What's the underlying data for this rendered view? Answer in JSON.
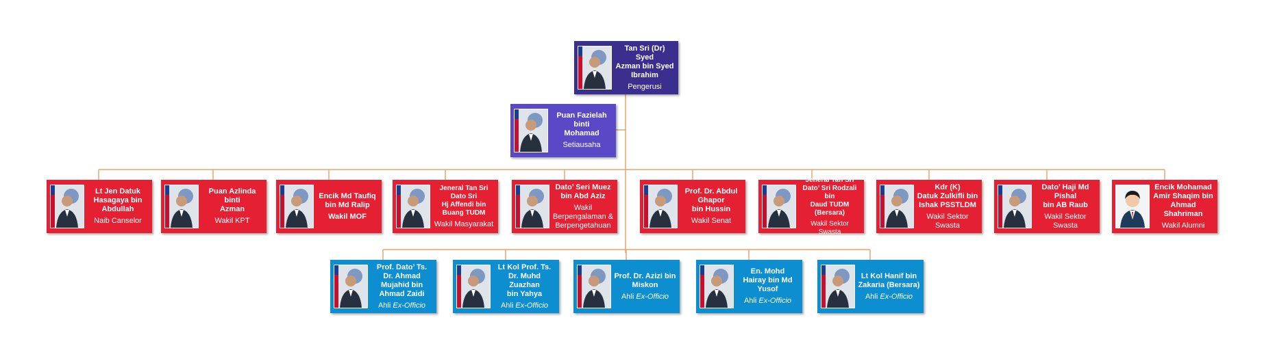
{
  "colors": {
    "chair": "#3a2f8f",
    "secretary": "#5a49c6",
    "member": "#e42032",
    "exofficio": "#0d8ed1",
    "connector": "#e8a46a"
  },
  "icons": {
    "portrait": "person-portrait-icon",
    "placeholder": "avatar-placeholder-icon"
  },
  "chair": {
    "name": "Tan Sri (Dr) Syed\nAzman bin Syed\nIbrahim",
    "role": "Pengerusi"
  },
  "secretary": {
    "name": "Puan Fazielah binti\nMohamad",
    "role": "Setiausaha"
  },
  "members": [
    {
      "name": "Lt Jen Datuk\nHasagaya bin\nAbdullah",
      "role": "Naib Canselor"
    },
    {
      "name": "Puan Azlinda binti\nAzman",
      "role": "Wakil KPT"
    },
    {
      "name": "Encik Md Taufiq\nbin Md Ralip",
      "role": "Wakil MOF"
    },
    {
      "name": "Jeneral Tan Sri\nDato Sri\nHj Affendi bin\nBuang TUDM",
      "role": "Wakil Masyarakat"
    },
    {
      "name": "Dato’ Seri Muez\nbin Abd Aziz",
      "role": "Wakil\nBerpengalaman &\nBerpengetahuan"
    },
    {
      "name": "Prof. Dr. Abdul\nGhapor\nbin Hussin",
      "role": "Wakil Senat"
    },
    {
      "name": "Jeneral Tan Sri\nDato’ Sri Rodzali bin\nDaud TUDM\n(Bersara)",
      "role": "Wakil Sektor Swasta"
    },
    {
      "name": "Kdr (K)\nDatuk Zulkifli bin\nIshak PSSTLDM",
      "role": "Wakil Sektor\nSwasta"
    },
    {
      "name": "Dato’ Haji Md\nPishal\nbin AB Raub",
      "role": "Wakil Sektor\nSwasta"
    },
    {
      "name": "Encik Mohamad\nAmir Shaqim bin\nAhmad Shahriman",
      "role": "Wakil Alumni"
    }
  ],
  "exofficio": [
    {
      "name": "Prof. Dato’ Ts.\nDr. Ahmad\nMujahid bin\nAhmad Zaidi",
      "role_prefix": "Ahli",
      "role_suffix": "Ex-Officio"
    },
    {
      "name": "Lt Kol Prof. Ts.\nDr. Muhd Zuazhan\nbin Yahya",
      "role_prefix": "Ahli",
      "role_suffix": "Ex-Officio"
    },
    {
      "name": "Prof. Dr. Azizi bin\nMiskon",
      "role_prefix": "Ahli",
      "role_suffix": "Ex-Officio"
    },
    {
      "name": "En. Mohd\nHairay bin Md\nYusof",
      "role_prefix": "Ahli",
      "role_suffix": "Ex-Officio"
    },
    {
      "name": "Lt Kol Hanif bin\nZakaria (Bersara)",
      "role_prefix": "Ahli",
      "role_suffix": "Ex-Officio"
    }
  ]
}
